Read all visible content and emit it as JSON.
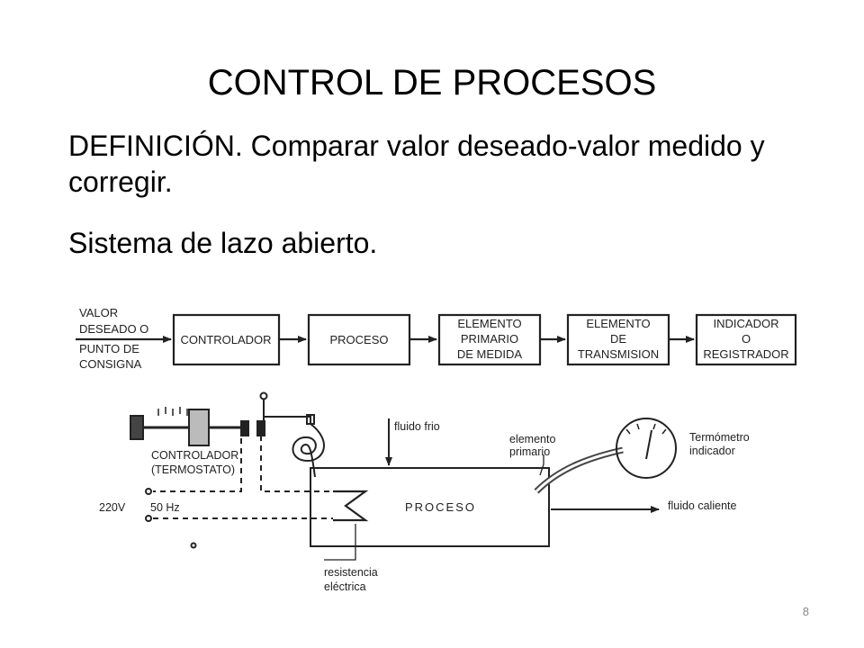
{
  "slide": {
    "title": "CONTROL DE PROCESOS",
    "definition": "DEFINICIÓN. Comparar valor deseado-valor medido y corregir.",
    "subtitle": "Sistema de lazo abierto.",
    "page_number": "8"
  },
  "block_diagram": {
    "input_line1": "VALOR",
    "input_line2": "DESEADO O",
    "input_line3": "PUNTO DE",
    "input_line4": "CONSIGNA",
    "block1": "CONTROLADOR",
    "block2": "PROCESO",
    "block3_line1": "ELEMENTO",
    "block3_line2": "PRIMARIO",
    "block3_line3": "DE MEDIDA",
    "block4_line1": "ELEMENTO",
    "block4_line2": "DE",
    "block4_line3": "TRANSMISION",
    "block5_line1": "INDICADOR",
    "block5_line2": "O",
    "block5_line3": "REGISTRADOR"
  },
  "process_sketch": {
    "controller_line1": "CONTROLADOR",
    "controller_line2": "(TERMOSTATO)",
    "voltage": "220V",
    "frequency": "50 Hz",
    "cold_fluid": "fluido frio",
    "process": "PROCESO",
    "primary_line1": "elemento",
    "primary_line2": "primario",
    "thermometer_line1": "Termómetro",
    "thermometer_line2": "indicador",
    "hot_fluid": "fluido caliente",
    "heater_line1": "resistencia",
    "heater_line2": "eléctrica"
  }
}
